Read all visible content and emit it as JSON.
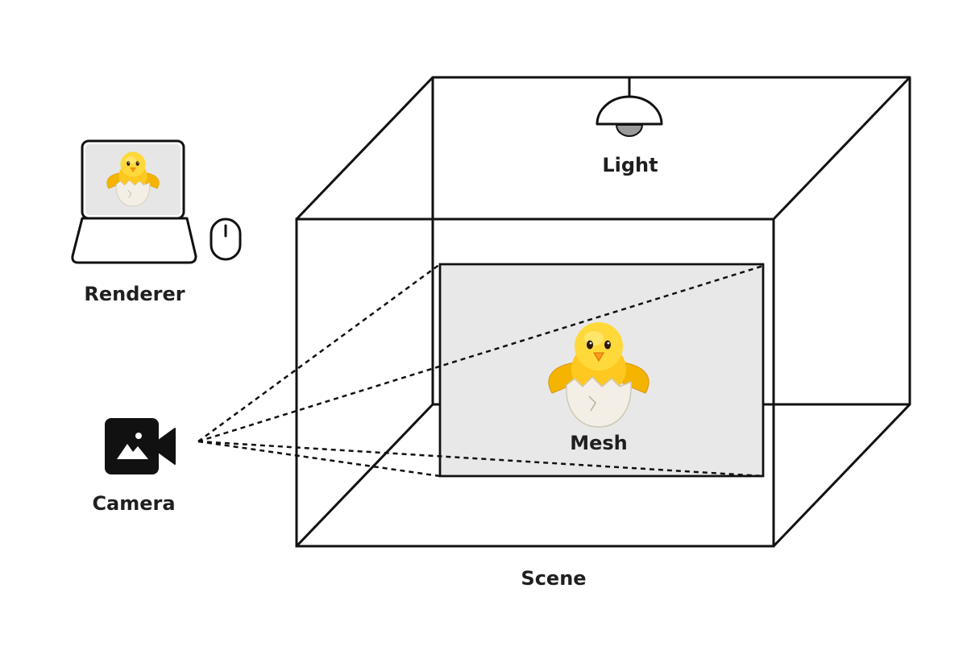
{
  "labels": {
    "renderer": "Renderer",
    "camera": "Camera",
    "light": "Light",
    "mesh": "Mesh",
    "scene": "Scene"
  },
  "icons": {
    "renderer": "laptop-icon",
    "mouse": "mouse-icon",
    "camera": "video-camera-icon",
    "light": "ceiling-lamp-icon",
    "mesh": "hatching-chick-icon"
  },
  "colors": {
    "stroke": "#111111",
    "mesh_plane": "#e8e8e8",
    "screen": "#e6e6e6",
    "chick_yellow": "#ffd21f",
    "egg_shell": "#f3efe6",
    "beak": "#ff9a1f"
  }
}
